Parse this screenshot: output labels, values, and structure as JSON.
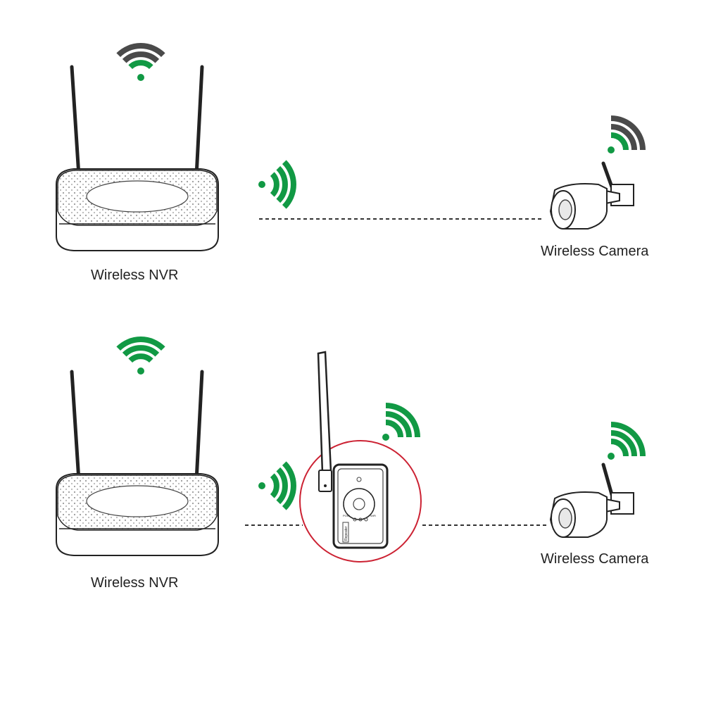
{
  "labels": {
    "nvr_top": "Wireless NVR",
    "camera_top": "Wireless Camera",
    "nvr_bottom": "Wireless NVR",
    "camera_bottom": "Wireless Camera"
  },
  "repeater": {
    "panel_label_pow": "POW",
    "panel_label_wifi": "WiFi",
    "side_label": "Repeater"
  },
  "signals": {
    "nvr_top": {
      "active_bars": 2,
      "total_bars": 4
    },
    "link_top": {
      "active_bars": 4,
      "total_bars": 4
    },
    "camera_top": {
      "active_bars": 2,
      "total_bars": 4
    },
    "nvr_bottom": {
      "active_bars": 4,
      "total_bars": 4
    },
    "repeater": {
      "active_bars": 4,
      "total_bars": 4
    },
    "link_bottom": {
      "active_bars": 4,
      "total_bars": 4
    },
    "camera_bottom": {
      "active_bars": 4,
      "total_bars": 4
    }
  },
  "colors": {
    "signal_active": "#119944",
    "signal_inactive": "#4a4a4a",
    "highlight_ring": "#cc2233",
    "line": "#333333"
  },
  "icons": [
    "nvr-router",
    "wireless-camera",
    "wifi-repeater",
    "wifi-signal-icon"
  ]
}
